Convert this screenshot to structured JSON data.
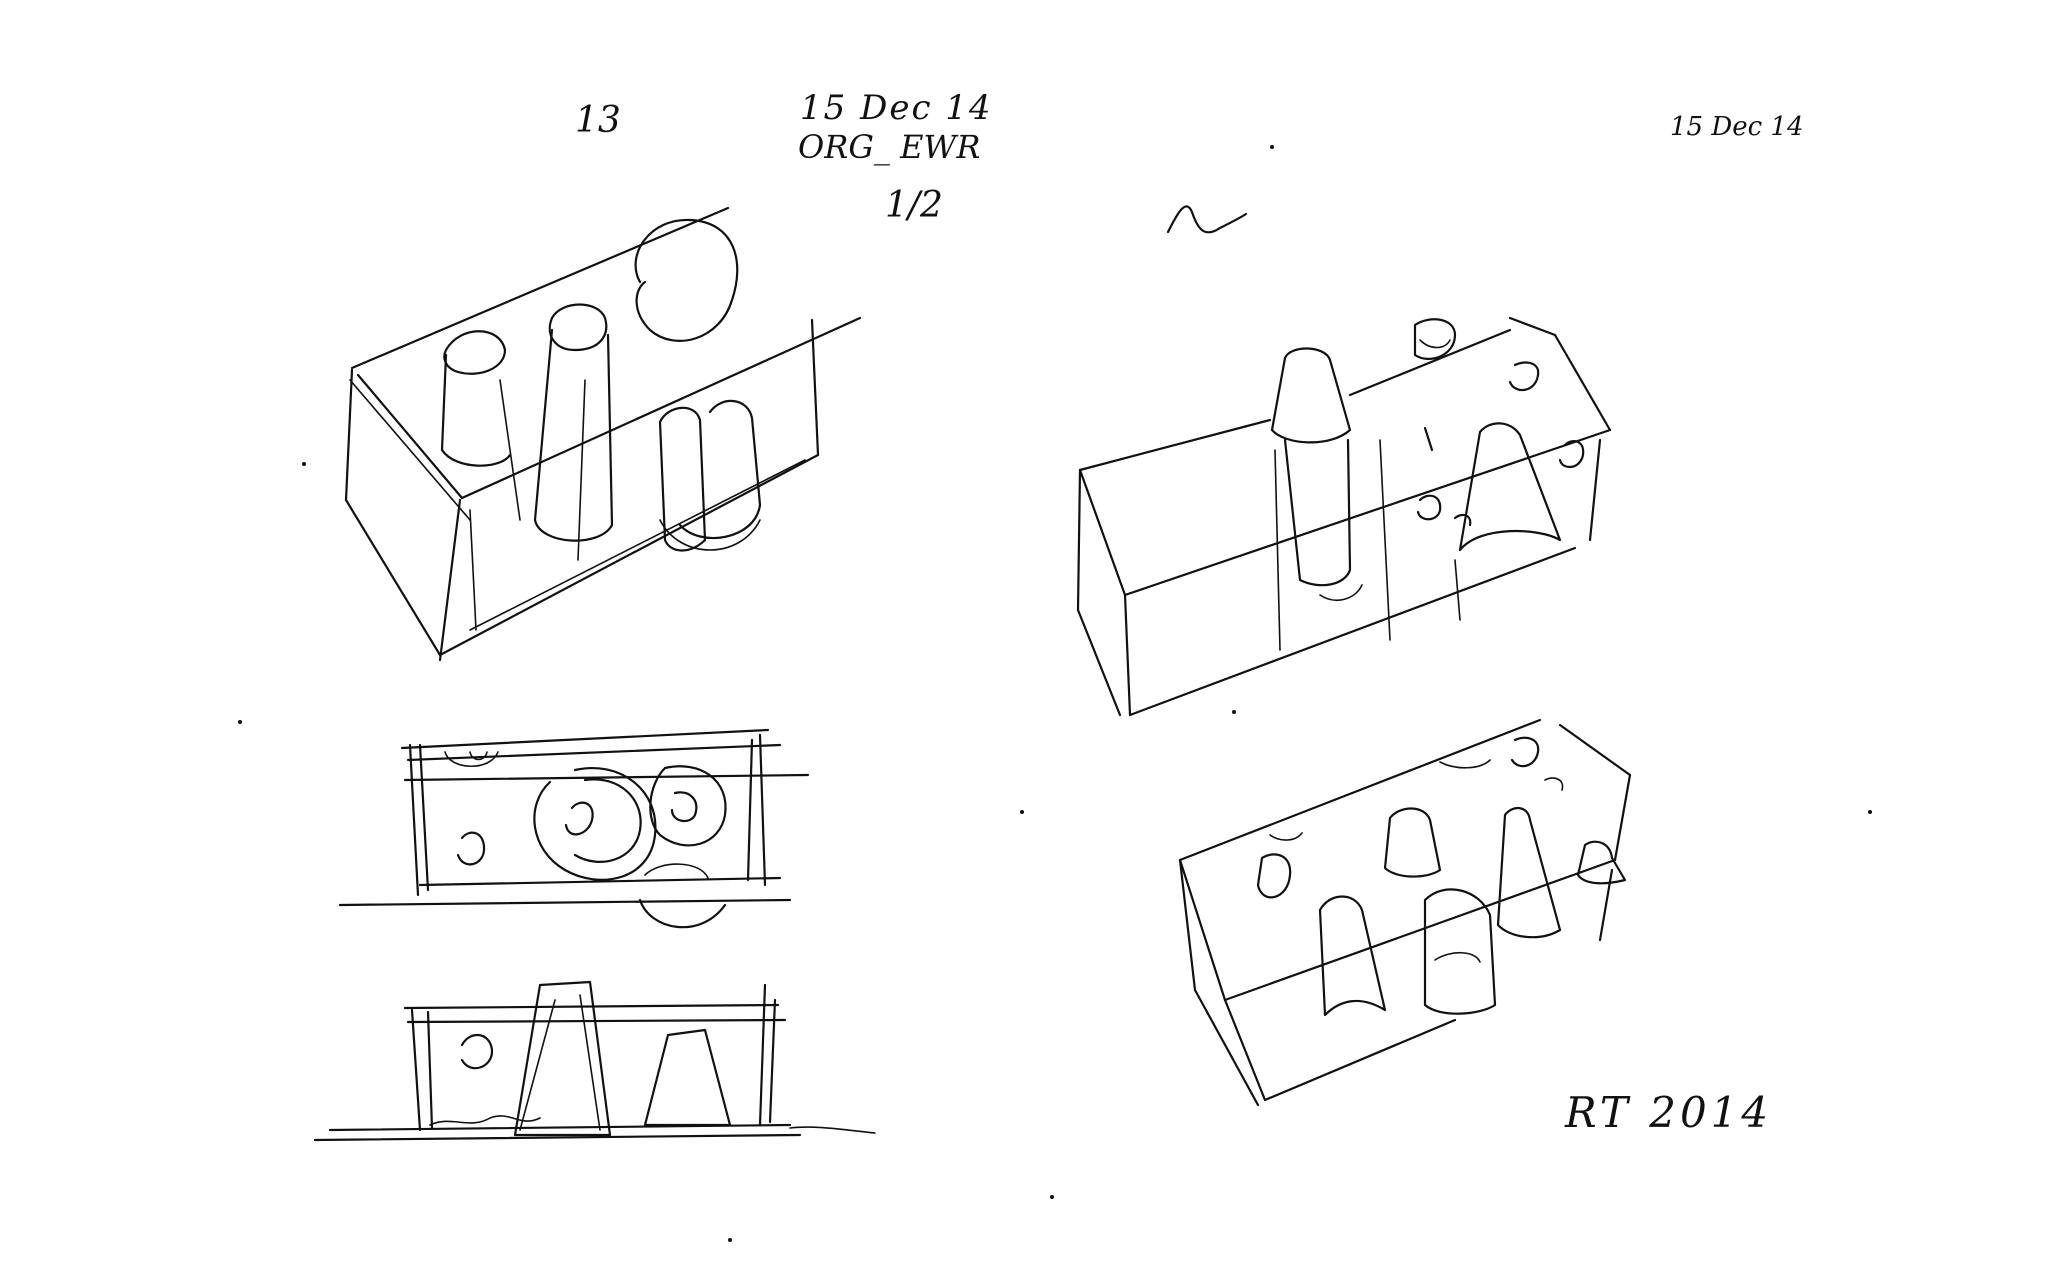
{
  "annotations": {
    "top_left_number": "13",
    "top_note": "15 Dec 14",
    "top_note_line2": "ORG_ EWR",
    "fraction": "1/2",
    "top_right_date": "15 Dec 14",
    "signature": "RT 2014"
  },
  "colors": {
    "paper": "#ffffff",
    "ink": "#111111"
  }
}
